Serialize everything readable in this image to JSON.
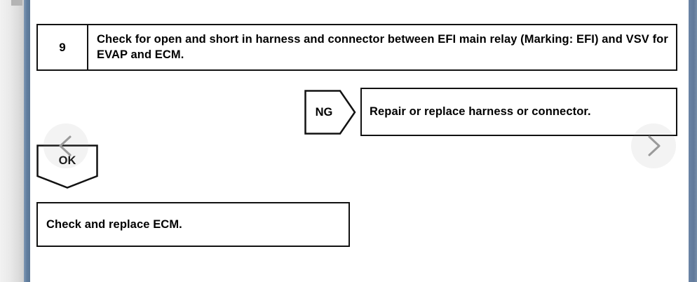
{
  "viewer": {
    "page_background": "#ffffff",
    "rail_color": "#5f7b9b",
    "gutter_color": "#e4e4e4"
  },
  "nav": {
    "prev": {
      "icon": "chevron-left-icon",
      "label": "Previous page"
    },
    "next": {
      "icon": "chevron-right-icon",
      "label": "Next page"
    }
  },
  "flowchart": {
    "type": "diagnostic-flowchart",
    "step": {
      "number": "9",
      "text": "Check for open and short in harness and connector between EFI main relay (Marking: EFI) and VSV for EVAP and ECM."
    },
    "branches": [
      {
        "result": "NG",
        "action": "Repair or replace harness or connector."
      },
      {
        "result": "OK",
        "action": "Check and replace ECM."
      }
    ]
  }
}
